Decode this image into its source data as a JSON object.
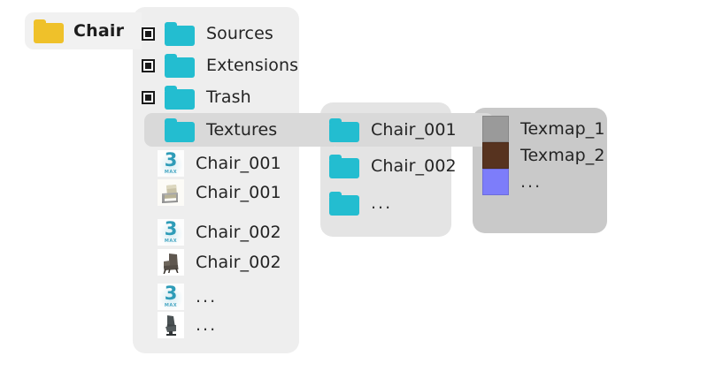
{
  "header": {
    "label": "Chair",
    "folder_icon": "folder-icon-yellow",
    "folder_color": "#efc12a"
  },
  "theme": {
    "folder_teal": "#23bdd0",
    "panel_left_bg": "#eeeeee",
    "panel_mid_bg": "#e4e4e4",
    "panel_right_bg": "#c9c9c9",
    "selection_bg": "#d9d9d9",
    "text_color": "#242424"
  },
  "panel_left": {
    "items": [
      {
        "label": "Sources",
        "icon": "folder-icon",
        "toggle": true,
        "selected": false
      },
      {
        "label": "Extensions",
        "icon": "folder-icon",
        "toggle": true,
        "selected": false
      },
      {
        "label": "Trash",
        "icon": "folder-icon",
        "toggle": true,
        "selected": false
      },
      {
        "label": "Textures",
        "icon": "folder-icon",
        "toggle": false,
        "selected": true
      },
      {
        "label": "Chair_001",
        "icon": "3dsmax-file-icon",
        "toggle": false,
        "selected": false
      },
      {
        "label": "Chair_001",
        "icon": "chair-thumbnail-cream",
        "toggle": false,
        "selected": false
      },
      {
        "label": "Chair_002",
        "icon": "3dsmax-file-icon",
        "toggle": false,
        "selected": false
      },
      {
        "label": "Chair_002",
        "icon": "chair-thumbnail-dark",
        "toggle": false,
        "selected": false
      },
      {
        "label": "...",
        "icon": "3dsmax-file-icon",
        "toggle": false,
        "selected": false
      },
      {
        "label": "...",
        "icon": "chair-thumbnail-lounge",
        "toggle": false,
        "selected": false
      }
    ]
  },
  "panel_mid": {
    "items": [
      {
        "label": "Chair_001",
        "icon": "folder-icon",
        "selected": true
      },
      {
        "label": "Chair_002",
        "icon": "folder-icon",
        "selected": false
      },
      {
        "label": "...",
        "icon": "folder-icon",
        "selected": false
      }
    ]
  },
  "panel_right": {
    "items": [
      {
        "label": "Texmap_1",
        "icon": "color-swatch",
        "color": "#9a9a9a"
      },
      {
        "label": "Texmap_2",
        "icon": "color-swatch",
        "color": "#57331f"
      },
      {
        "label": "...",
        "icon": "color-swatch",
        "color": "#7d7dfa"
      }
    ]
  },
  "max_icon": {
    "glyph": "3",
    "sublabel": "MAX"
  }
}
